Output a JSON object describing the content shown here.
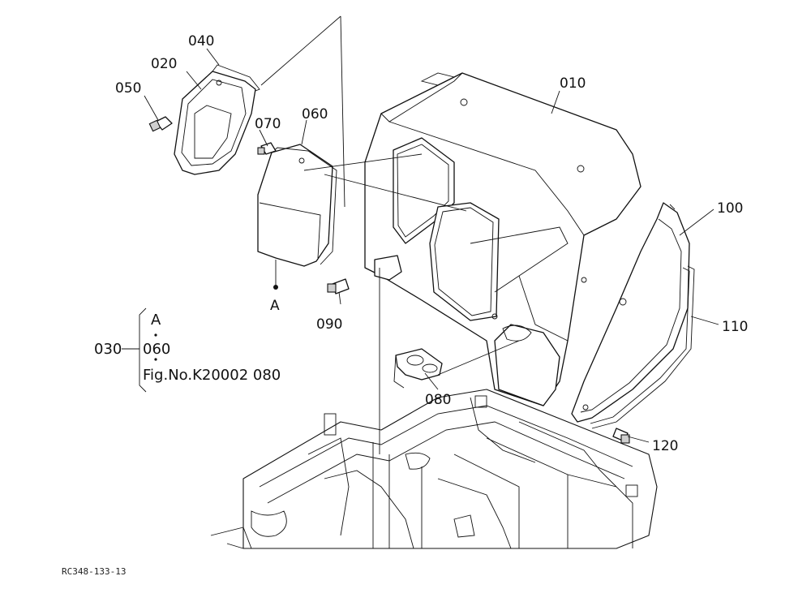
{
  "callouts": {
    "p010": "010",
    "p020": "020",
    "p040": "040",
    "p050": "050",
    "p060": "060",
    "p070": "070",
    "p080": "080",
    "p090": "090",
    "p100": "100",
    "p110": "110",
    "p120": "120",
    "pointA": "A"
  },
  "legend": {
    "set_number": "030",
    "line1": "A",
    "line2": "060",
    "line3": "Fig.No.K20002  080"
  },
  "figure_ref": "RC348-133-13"
}
